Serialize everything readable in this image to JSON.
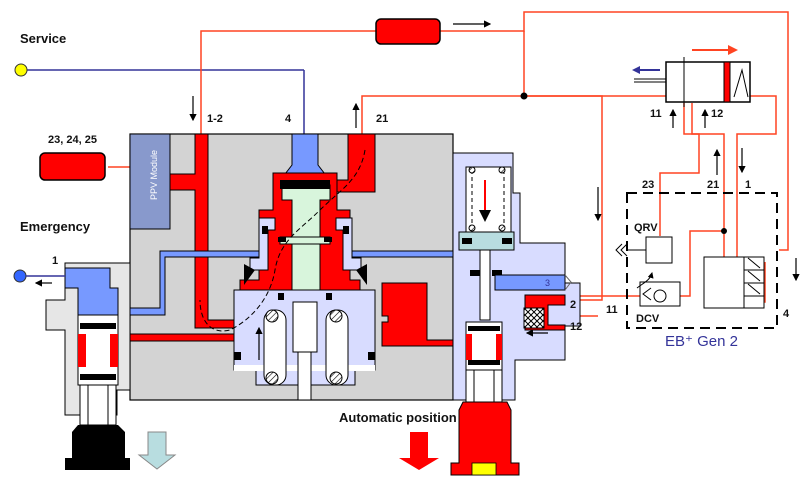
{
  "labels": {
    "service": "Service",
    "emergency": "Emergency",
    "automatic_position": "Automatic position",
    "ppv_module": "PPV Module",
    "reservoirs": "23, 24, 25",
    "port_1_2": "1-2",
    "port_4_top": "4",
    "port_21_top": "21",
    "port_1_left": "1",
    "port_3": "3",
    "port_2": "2",
    "port_12_right": "12",
    "port_11_right": "11",
    "actuator_11": "11",
    "actuator_12": "12",
    "eb_23": "23",
    "eb_21": "21",
    "eb_1": "1",
    "eb_4": "4",
    "qrv": "QRV",
    "dcv": "DCV",
    "eb_title": "EB⁺ Gen 2"
  },
  "colors": {
    "pressure_red": "#ff0000",
    "line_red": "#ff4422",
    "service_blue": "#7799ff",
    "line_blue": "#333399",
    "body_gray": "#d3d3d3",
    "light_blue": "#d8dcff",
    "ppv_blue": "#8899cc",
    "mint": "#d8f5dc",
    "service_yellow": "#ffff00",
    "emergency_blue": "#3366ff",
    "eb_title": "#333399"
  }
}
